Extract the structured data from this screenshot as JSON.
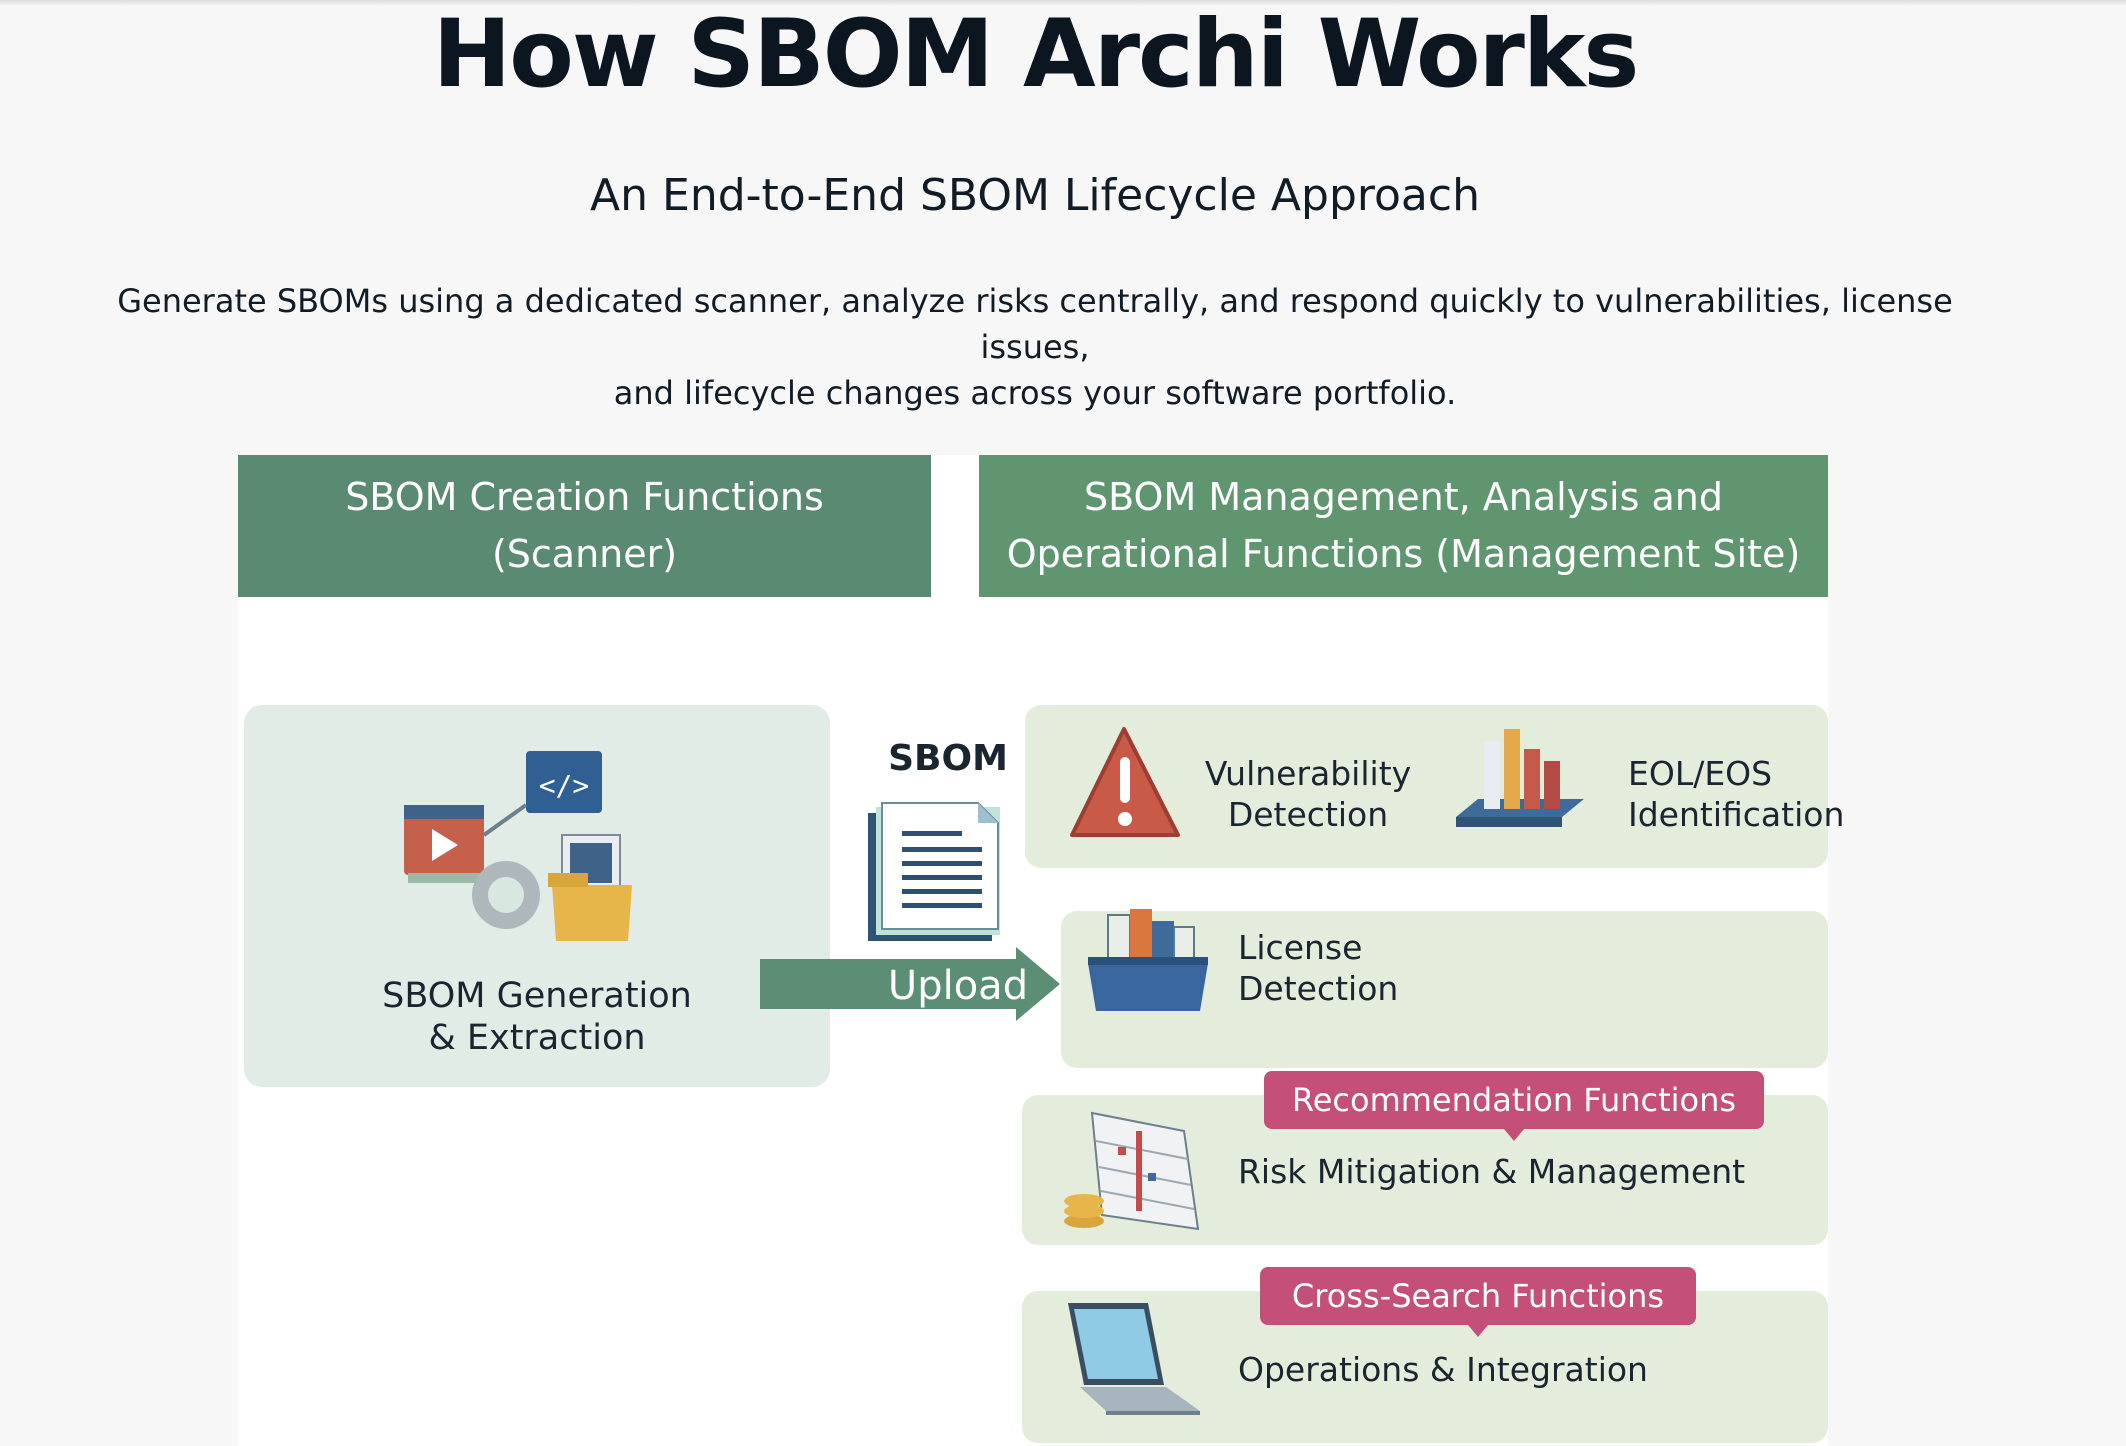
{
  "header": {
    "title": "How SBOM Archi Works",
    "subtitle": "An End-to-End SBOM Lifecycle Approach",
    "description_line1": "Generate SBOMs using a dedicated scanner, analyze risks centrally, and respond quickly to vulnerabilities, license issues,",
    "description_line2": "and lifecycle changes across your software portfolio."
  },
  "diagram": {
    "left_header": {
      "line1": "SBOM Creation Functions",
      "line2": "(Scanner)"
    },
    "right_header": {
      "line1": "SBOM Management, Analysis and",
      "line2": "Operational Functions (Management Site)"
    },
    "generation": {
      "line1": "SBOM Generation",
      "line2": "& Extraction"
    },
    "sbom_doc_label": "SBOM",
    "upload_label": "Upload",
    "vulnerability": {
      "line1": "Vulnerability",
      "line2": "Detection"
    },
    "eol": {
      "line1": "EOL/EOS",
      "line2": "Identification"
    },
    "license": {
      "line1": "License",
      "line2": "Detection"
    },
    "recommendation": {
      "badge": "Recommendation Functions",
      "label": "Risk Mitigation & Management"
    },
    "cross_search": {
      "badge": "Cross-Search Functions",
      "label": "Operations & Integration"
    }
  },
  "colors": {
    "header_left": "#5a8a72",
    "header_right": "#5f9670",
    "badge": "#c44f78",
    "upload_arrow": "#5b8e74"
  },
  "icons": [
    "software-bundle-icon",
    "document-icon",
    "warning-triangle-icon",
    "bar-chart-icon",
    "books-icon",
    "calendar-coins-icon",
    "laptop-icon"
  ]
}
